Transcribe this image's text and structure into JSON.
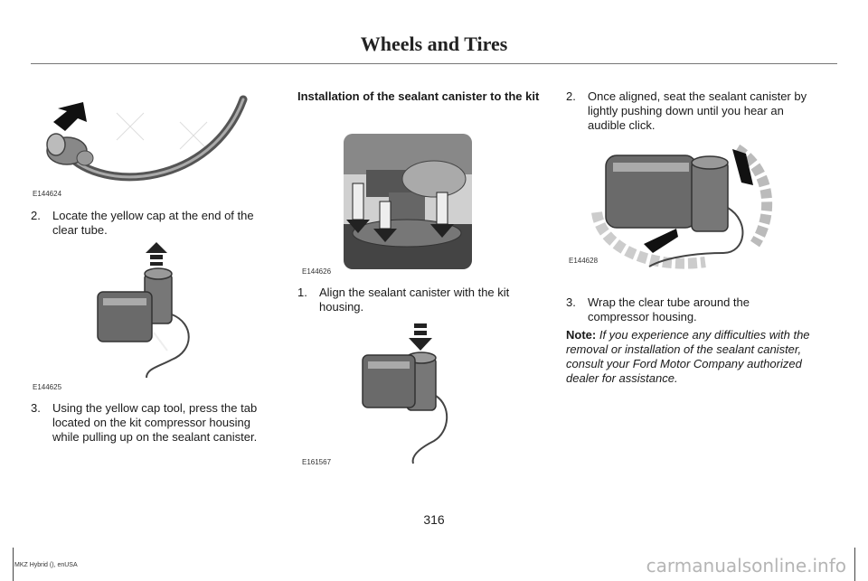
{
  "header": {
    "title": "Wheels and Tires"
  },
  "column1": {
    "figure1_code": "E144624",
    "step2": {
      "number": "2.",
      "text": "Locate the yellow cap at the end of the clear tube."
    },
    "figure2_code": "E144625",
    "step3": {
      "number": "3.",
      "text": "Using the yellow cap tool, press the tab located on the kit compressor housing while pulling up on the sealant canister."
    }
  },
  "column2": {
    "heading": "Installation of the sealant canister to the kit",
    "figure1_code": "E144626",
    "step1": {
      "number": "1.",
      "text": "Align the sealant canister with the kit housing."
    },
    "figure2_code": "E161567"
  },
  "column3": {
    "step2": {
      "number": "2.",
      "text": "Once aligned, seat the sealant canister by lightly pushing down until you hear an audible click."
    },
    "figure_code": "E144628",
    "step3": {
      "number": "3.",
      "text": "Wrap the clear tube around the compressor housing."
    },
    "note": {
      "label": "Note:",
      "text": "If you experience any difficulties with the removal or installation of the sealant canister, consult your Ford Motor Company authorized dealer for assistance."
    }
  },
  "footer": {
    "page_number": "316",
    "doc_info": "MKZ Hybrid (), enUSA",
    "watermark": "carmanualsonline.info"
  }
}
